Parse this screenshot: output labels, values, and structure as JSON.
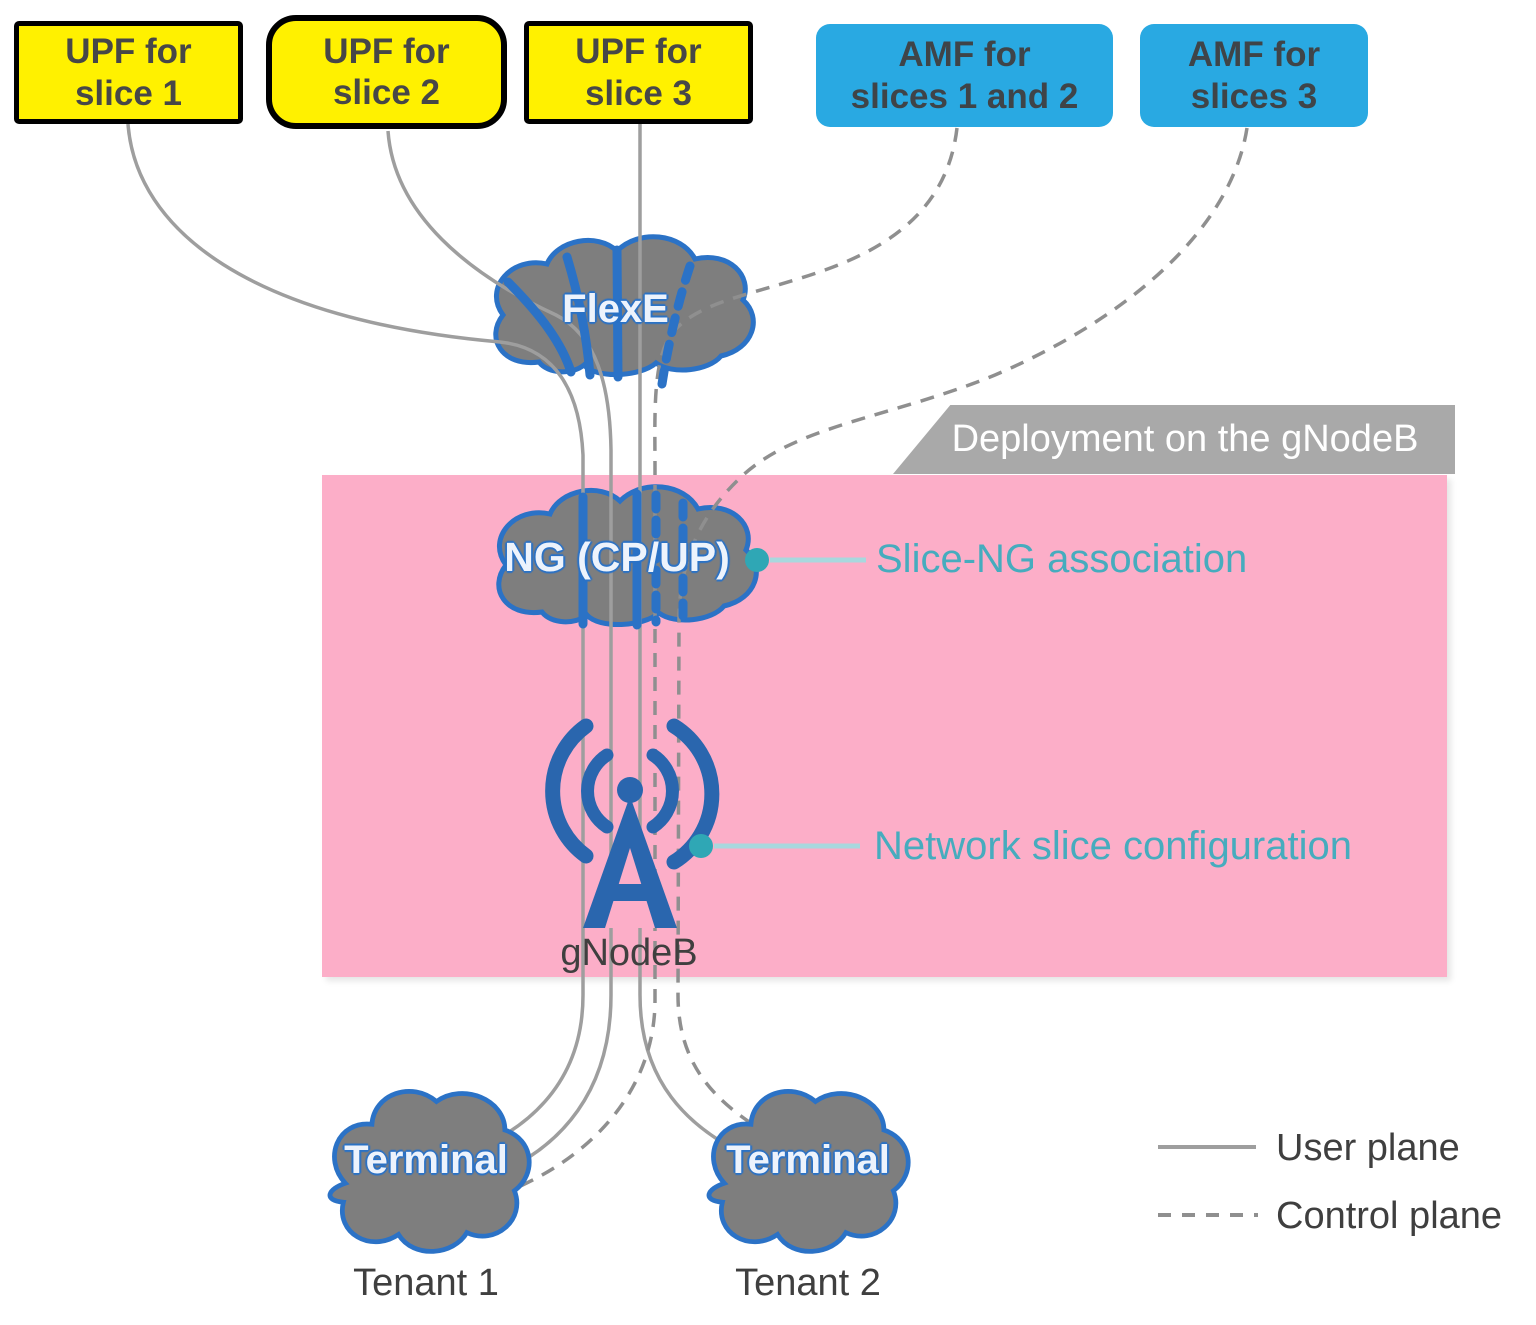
{
  "upf_boxes": [
    {
      "label": "UPF for\nslice 1"
    },
    {
      "label": "UPF for\nslice 2"
    },
    {
      "label": "UPF for\nslice 3"
    }
  ],
  "amf_boxes": [
    {
      "label": "AMF for\nslices 1 and 2"
    },
    {
      "label": "AMF for\nslices 3"
    }
  ],
  "clouds": {
    "flexe": "FlexE",
    "ng": "NG (CP/UP)",
    "terminal_1": "Terminal",
    "terminal_2": "Terminal"
  },
  "region": {
    "banner": "Deployment on the gNodeB"
  },
  "callouts": {
    "slice_ng": "Slice-NG association",
    "network_slice": "Network slice configuration"
  },
  "node_labels": {
    "gnodeb": "gNodeB",
    "tenant_1": "Tenant 1",
    "tenant_2": "Tenant 2"
  },
  "legend": [
    {
      "style": "solid",
      "label": "User plane"
    },
    {
      "style": "dashed",
      "label": "Control plane"
    }
  ],
  "colors": {
    "upf_fill": "#FFF100",
    "amf_fill": "#29A9E2",
    "cloud_fill": "#7E7E7E",
    "cloud_border": "#2B72C6",
    "slice_blue": "#2B72C6",
    "region_pink": "#FCAEC8",
    "banner_gray": "#A9A9A9",
    "callout_teal": "#2FA7B5",
    "user_plane_line": "#9E9E9E",
    "control_plane_line": "#8F8F8F",
    "antenna_blue": "#2A66AE"
  }
}
